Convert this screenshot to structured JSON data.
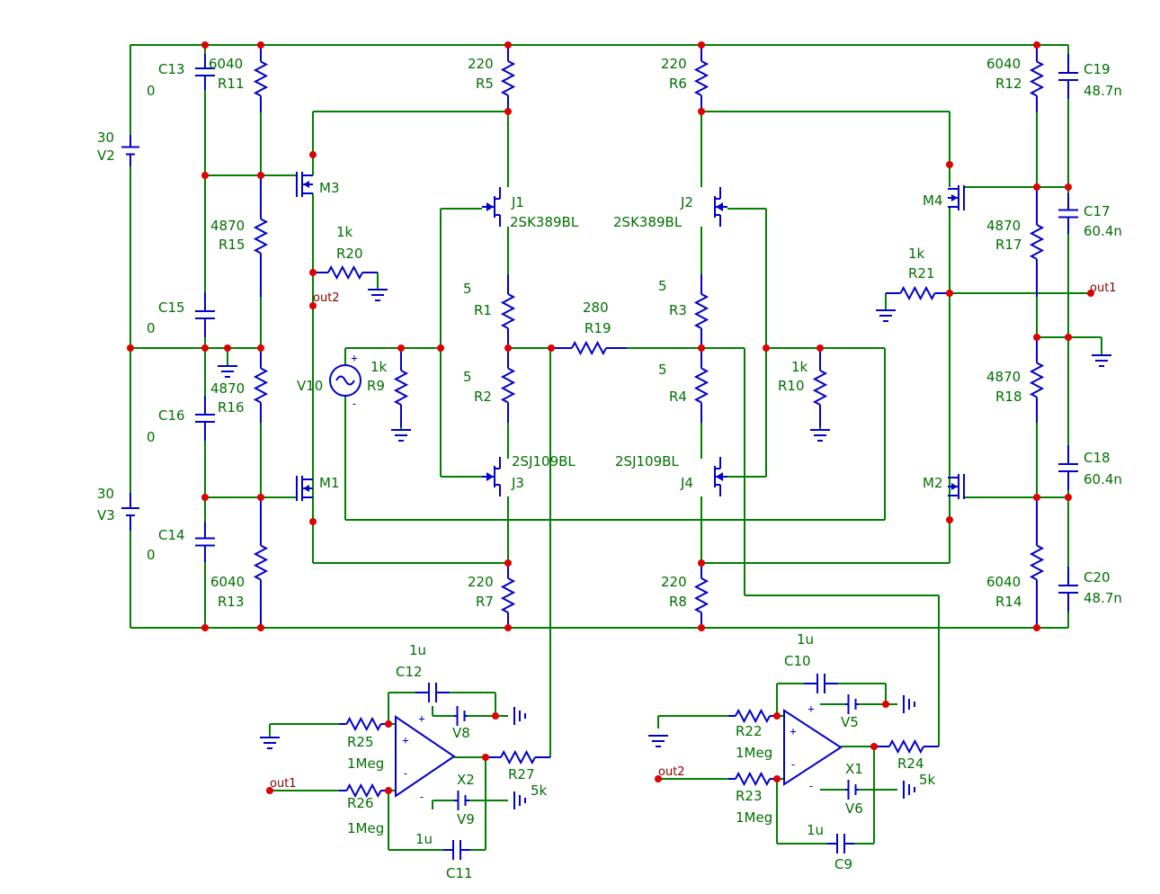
{
  "labels": {
    "C13": "C13",
    "C13v": "0",
    "R11": "R11",
    "R11v": "6040",
    "V2": "V2",
    "V2v": "30",
    "M3": "M3",
    "R15": "R15",
    "R15v": "4870",
    "R20": "R20",
    "R20v": "1k",
    "out2": "out2",
    "C15": "C15",
    "C15v": "0",
    "C16": "C16",
    "C16v": "0",
    "R16": "R16",
    "R16v": "4870",
    "V10": "V10",
    "R9": "R9",
    "R9v": "1k",
    "V3": "V3",
    "V3v": "30",
    "M1": "M1",
    "C14": "C14",
    "C14v": "0",
    "R13": "R13",
    "R13v": "6040",
    "R5": "R5",
    "R5v": "220",
    "J1": "J1",
    "J1t": "2SK389BL",
    "R1": "R1",
    "R1v": "5",
    "R2": "R2",
    "R2v": "5",
    "J3": "J3",
    "J3t": "2SJ109BL",
    "R7": "R7",
    "R7v": "220",
    "R19": "R19",
    "R19v": "280",
    "R6": "R6",
    "R6v": "220",
    "J2": "J2",
    "J2t": "2SK389BL",
    "R3": "R3",
    "R3v": "5",
    "R4": "R4",
    "R4v": "5",
    "J4": "J4",
    "J4t": "2SJ109BL",
    "R8": "R8",
    "R8v": "220",
    "R10": "R10",
    "R10v": "1k",
    "R12": "R12",
    "R12v": "6040",
    "C19": "C19",
    "C19v": "48.7n",
    "M4": "M4",
    "R17": "R17",
    "R17v": "4870",
    "C17": "C17",
    "C17v": "60.4n",
    "R21": "R21",
    "R21v": "1k",
    "out1": "out1",
    "R18": "R18",
    "R18v": "4870",
    "C18": "C18",
    "C18v": "60.4n",
    "M2": "M2",
    "R14": "R14",
    "R14v": "6040",
    "C20": "C20",
    "C20v": "48.7n",
    "C12": "C12",
    "C12v": "1u",
    "R25": "R25",
    "R25v": "1Meg",
    "R26": "R26",
    "R26v": "1Meg",
    "V8": "V8",
    "X2": "X2",
    "R27": "R27",
    "R27v": "5k",
    "V9": "V9",
    "C11": "C11",
    "C11v": "1u",
    "out1b": "out1",
    "C10": "C10",
    "C10v": "1u",
    "R22": "R22",
    "R22v": "1Meg",
    "R23": "R23",
    "R23v": "1Meg",
    "V5": "V5",
    "X1": "X1",
    "R24": "R24",
    "R24v": "5k",
    "V6": "V6",
    "C9": "C9",
    "C9v": "1u",
    "out2b": "out2"
  },
  "polarity": {
    "plus": "+",
    "minus": "-"
  },
  "colors": {
    "wire": "#008000",
    "component": "#0000cc",
    "node": "#e00000",
    "text": "#007000",
    "netlabel": "#8b0000"
  }
}
